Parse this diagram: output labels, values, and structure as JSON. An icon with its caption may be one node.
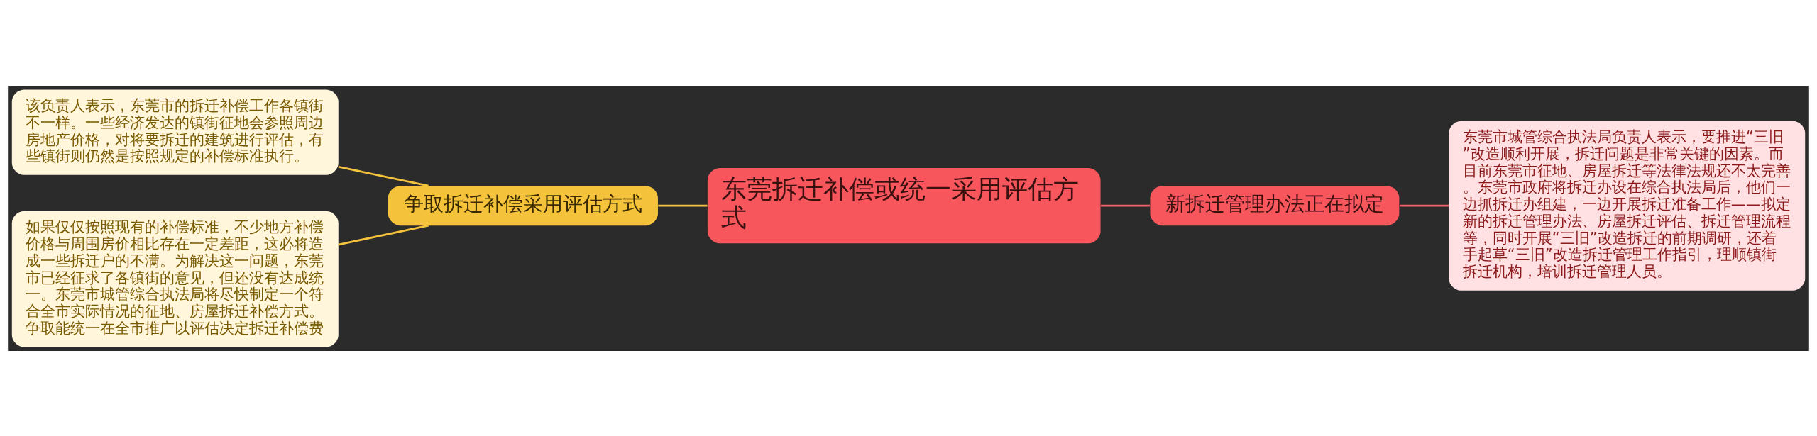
{
  "diagram": {
    "nodes": [
      {
        "text": [
          "东莞拆迁补偿或统一采用评估方式"
        ]
      },
      {
        "text": [
          "争取拆迁补偿采用评估方式"
        ]
      },
      {
        "text": [
          "该负责人表示，东莞市的拆迁补偿工作各镇街不一样。一些经济发达的镇街征地会参照周边房地产价格，对将要拆迁的建筑进行评估，有些镇街则仍然是按照规定的补偿标准执行。"
        ]
      },
      {
        "text": [
          "如果仅仅按照现有的补偿标准，不少地方补偿价格与周围房价相比存在一定差距，这必将造成一些拆迁户的不满。为解决这一问题，东莞市已经征求了各镇街的意见，但还没有达成统一。东莞市城管综合执法局将尽快制定一个符合全市实际情况的征地、房屋拆迁补偿方式。争取能统一在全市推广以评估决定拆迁补偿费"
        ]
      },
      {
        "text": [
          "新拆迁管理办法正在拟定"
        ]
      },
      {
        "text": [
          "东莞市城管综合执法局负责人表示，要推进“三旧”改造顺利开展，拆迁问题是非常关键的因素。而目前东莞市征地、房屋拆迁等法律法规还不太完善。东莞市政府将拆迁办设在综合执法局后，他们一边抓拆迁办组建，一边开展拆迁准备工作——拟定新的拆迁管理办法、房屋拆迁评估、拆迁管理流程等，同时开展“三旧”改造拆迁的前期调研，还着手起草“三旧”改造拆迁管理工作指引，理顺镇街拆迁机构，培训拆迁管理人员。"
        ]
      }
    ],
    "edges": [
      {
        "from": 0,
        "to": 1,
        "arrow": "none"
      },
      {
        "from": 1,
        "to": 2,
        "arrow": "none"
      },
      {
        "from": 1,
        "to": 3,
        "arrow": "none"
      },
      {
        "from": 0,
        "to": 4,
        "arrow": "none",
        "color": "#f45b69"
      },
      {
        "from": 4,
        "to": 5,
        "arrow": "none",
        "color": "#f45b69"
      }
    ]
  }
}
